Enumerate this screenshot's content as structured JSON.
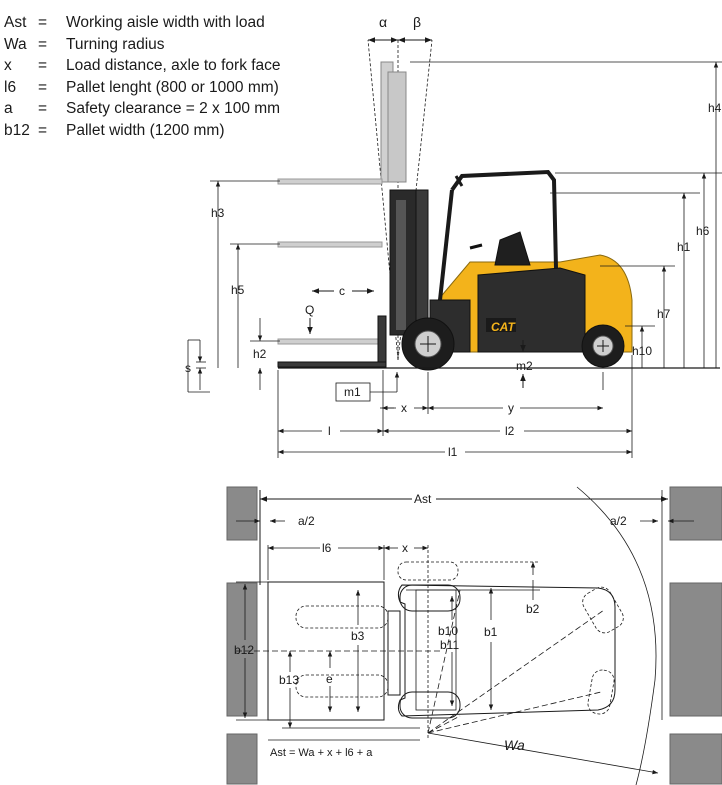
{
  "legend": [
    {
      "symbol": "Ast",
      "eq": "=",
      "desc": "Working aisle width with load"
    },
    {
      "symbol": "Wa",
      "eq": "=",
      "desc": "Turning radius"
    },
    {
      "symbol": "x",
      "eq": "=",
      "desc": "Load distance, axle to fork face"
    },
    {
      "symbol": "l6",
      "eq": "=",
      "desc": "Pallet lenght (800 or 1000 mm)"
    },
    {
      "symbol": "a",
      "eq": "=",
      "desc": "Safety clearance = 2 x 100 mm"
    },
    {
      "symbol": "b12",
      "eq": "=",
      "desc": "Pallet width (1200 mm)"
    }
  ],
  "side_view": {
    "angle_alpha": "α",
    "angle_beta": "β",
    "dims": {
      "h1": "h1",
      "h2": "h2",
      "h3": "h3",
      "h4": "h4",
      "h5": "h5",
      "h6": "h6",
      "h7": "h7",
      "h10": "h10",
      "s": "s",
      "c": "c",
      "Q": "Q",
      "m1": "m1",
      "m2": "m2",
      "x": "x",
      "y": "y",
      "l": "l",
      "l1": "l1",
      "l2": "l2"
    },
    "brand": "CAT"
  },
  "top_view": {
    "dims": {
      "Ast": "Ast",
      "a2_left": "a/2",
      "a2_right": "a/2",
      "l6": "l6",
      "x": "x",
      "b1": "b1",
      "b2": "b2",
      "b3": "b3",
      "b10": "b10",
      "b11": "b11",
      "b12": "b12",
      "b13": "b13",
      "e": "e",
      "Wa": "Wa"
    },
    "formula": "Ast = Wa + x + l6 + a"
  },
  "colors": {
    "body_yellow": "#f3b31b",
    "dark": "#2a2a2a",
    "grey_wall": "#8a8a8a"
  }
}
